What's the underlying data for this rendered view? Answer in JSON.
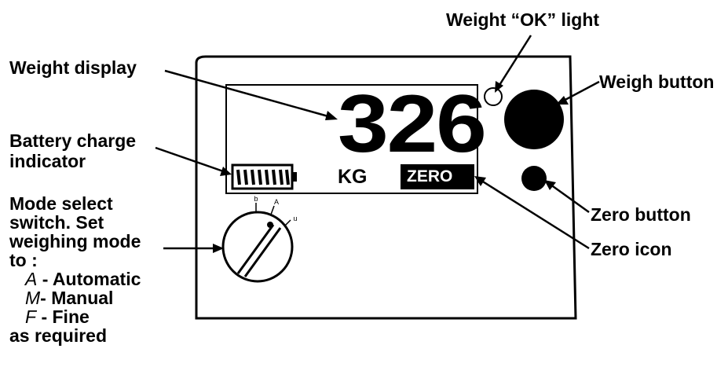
{
  "display": {
    "reading": "326",
    "unit": "KG",
    "zero_icon_text": "ZERO",
    "battery_label": "Battery charge indicator"
  },
  "switch": {
    "positions": [
      "b",
      "A",
      "u"
    ]
  },
  "labels": {
    "weight_ok_light": "Weight “OK” light",
    "weight_display": "Weight display",
    "weigh_button": "Weigh button",
    "battery_line1": "Battery charge",
    "battery_line2": "indicator",
    "mode_line1": "Mode select",
    "mode_line2": "switch. Set",
    "mode_line3": "weighing mode",
    "mode_line4": "to :",
    "mode_a_letter": "A",
    "mode_a_text": " - Automatic",
    "mode_m_letter": "M",
    "mode_m_text": "- Manual",
    "mode_f_letter": "F",
    "mode_f_text": " - Fine",
    "mode_line8": "as required",
    "zero_button": "Zero button",
    "zero_icon": "Zero icon"
  }
}
